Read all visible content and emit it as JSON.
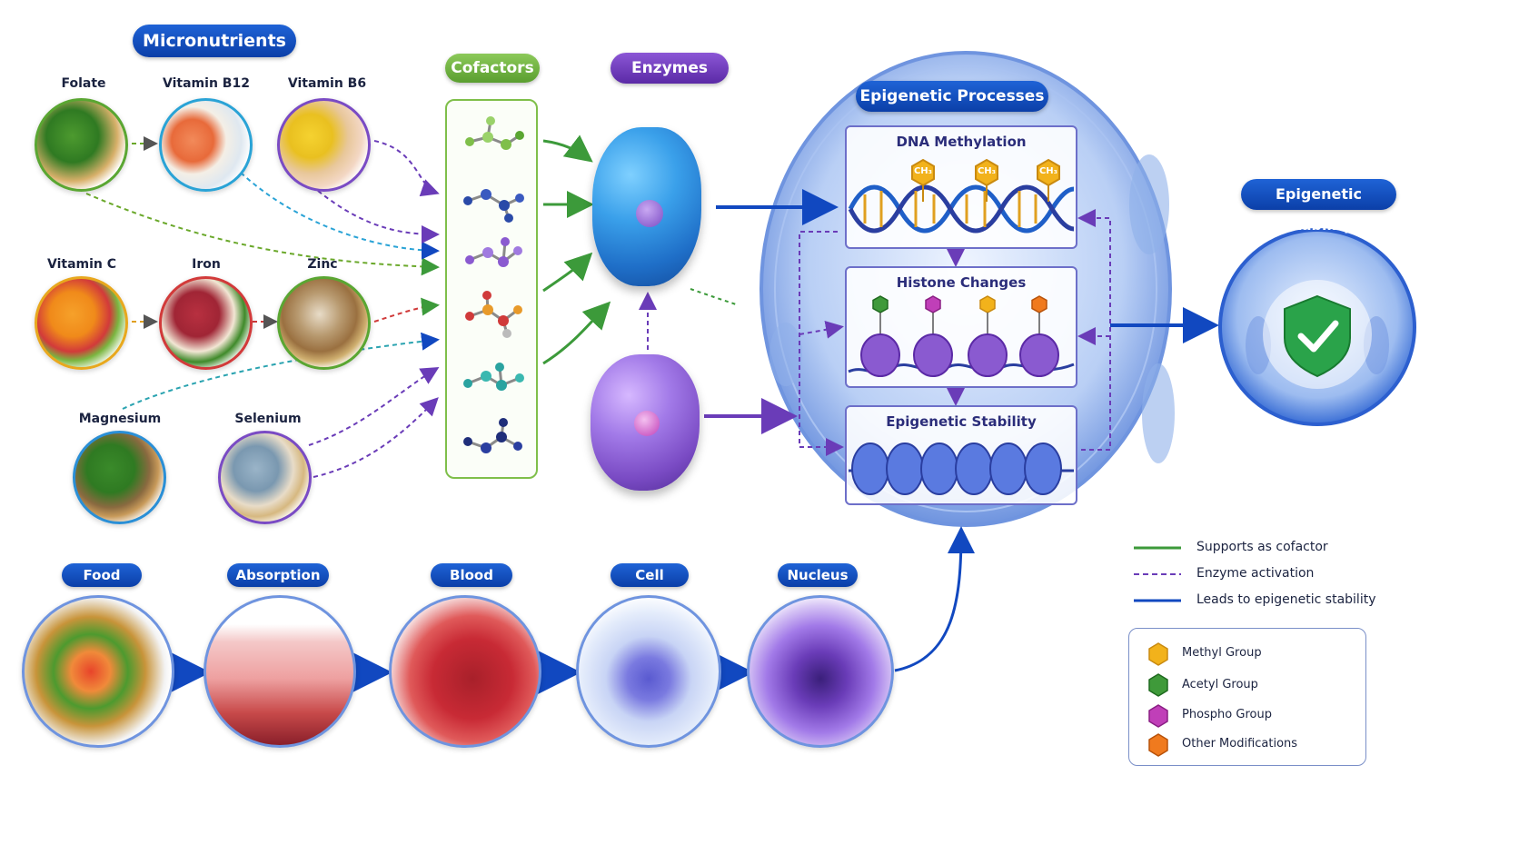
{
  "micronutrients": {
    "title": "Micronutrients",
    "items": [
      "Folate",
      "Vitamin B12",
      "Vitamin B6",
      "Vitamin C",
      "Iron",
      "Zinc",
      "Magnesium",
      "Selenium"
    ]
  },
  "cofactors_title": "Cofactors",
  "enzymes_title": "Enzymes",
  "processes": {
    "title": "Epigenetic Processes",
    "dna_methylation": "DNA Methylation",
    "ch3_label": "CH₃",
    "histone_changes": "Histone Changes",
    "stability": "Epigenetic Stability"
  },
  "outcome_title": "Epigenetic Stability",
  "pathway": [
    "Food",
    "Absorption",
    "Blood",
    "Cell",
    "Nucleus"
  ],
  "line_legend": [
    "Supports as cofactor",
    "Enzyme activation",
    "Leads to epigenetic stability"
  ],
  "group_legend": [
    "Methyl Group",
    "Acetyl Group",
    "Phospho Group",
    "Other Modifications"
  ],
  "colors": {
    "primary_blue": "#0b3fa8",
    "cofactor_green": "#5a9e2f",
    "enzyme_purple": "#5b2aa6",
    "methyl": "#f2b21b",
    "acetyl": "#3f9a3a",
    "phospho": "#c03fb8",
    "other": "#f07a1e"
  }
}
